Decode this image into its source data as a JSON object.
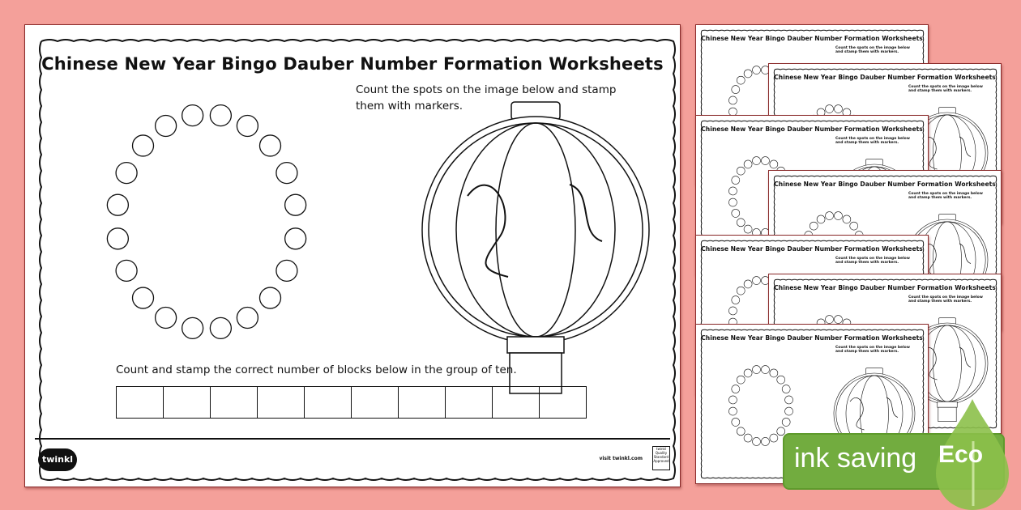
{
  "worksheet": {
    "title": "Chinese New Year Bingo Dauber Number Formation Worksheets",
    "instruction_top": "Count the spots on the image below and stamp them with markers.",
    "instruction_bottom": "Count and stamp the correct number of blocks below in the group of ten.",
    "blocks_count": 10,
    "footer_logo": "twinkl",
    "footer_url": "visit twinkl.com",
    "badge": "twinkl Quality Standard Approved"
  },
  "thumbnails": [
    {
      "title": "Chinese New Year Bingo Dauber Number Formation Worksheets",
      "instruction": "Count the spots on the image below and stamp them with markers."
    },
    {
      "title": "Chinese New Year Bingo Dauber Number Formation Worksheets",
      "instruction": "Count the spots on the image below and stamp them with markers."
    },
    {
      "title": "Chinese New Year Bingo Dauber Number Formation Worksheets",
      "instruction": "Count the spots on the image below and stamp them with markers."
    },
    {
      "title": "Chinese New Year Bingo Dauber Number Formation Worksheets",
      "instruction": "Count the spots on the image below and stamp them with markers."
    },
    {
      "title": "Chinese New Year Bingo Dauber Number Formation Worksheets",
      "instruction": "Count the spots on the image below and stamp them with markers."
    },
    {
      "title": "Chinese New Year Bingo Dauber Number Formation Worksheets",
      "instruction": "Count the spots on the image below and stamp them with markers."
    },
    {
      "title": "Chinese New Year Bingo Dauber Number Formation Worksheets",
      "instruction": "Count the spots on the image below and stamp them with markers."
    }
  ],
  "eco_badge": {
    "label": "ink saving",
    "tag": "Eco",
    "color": "#72ac3f"
  },
  "colors": {
    "background": "#f4a09a"
  }
}
